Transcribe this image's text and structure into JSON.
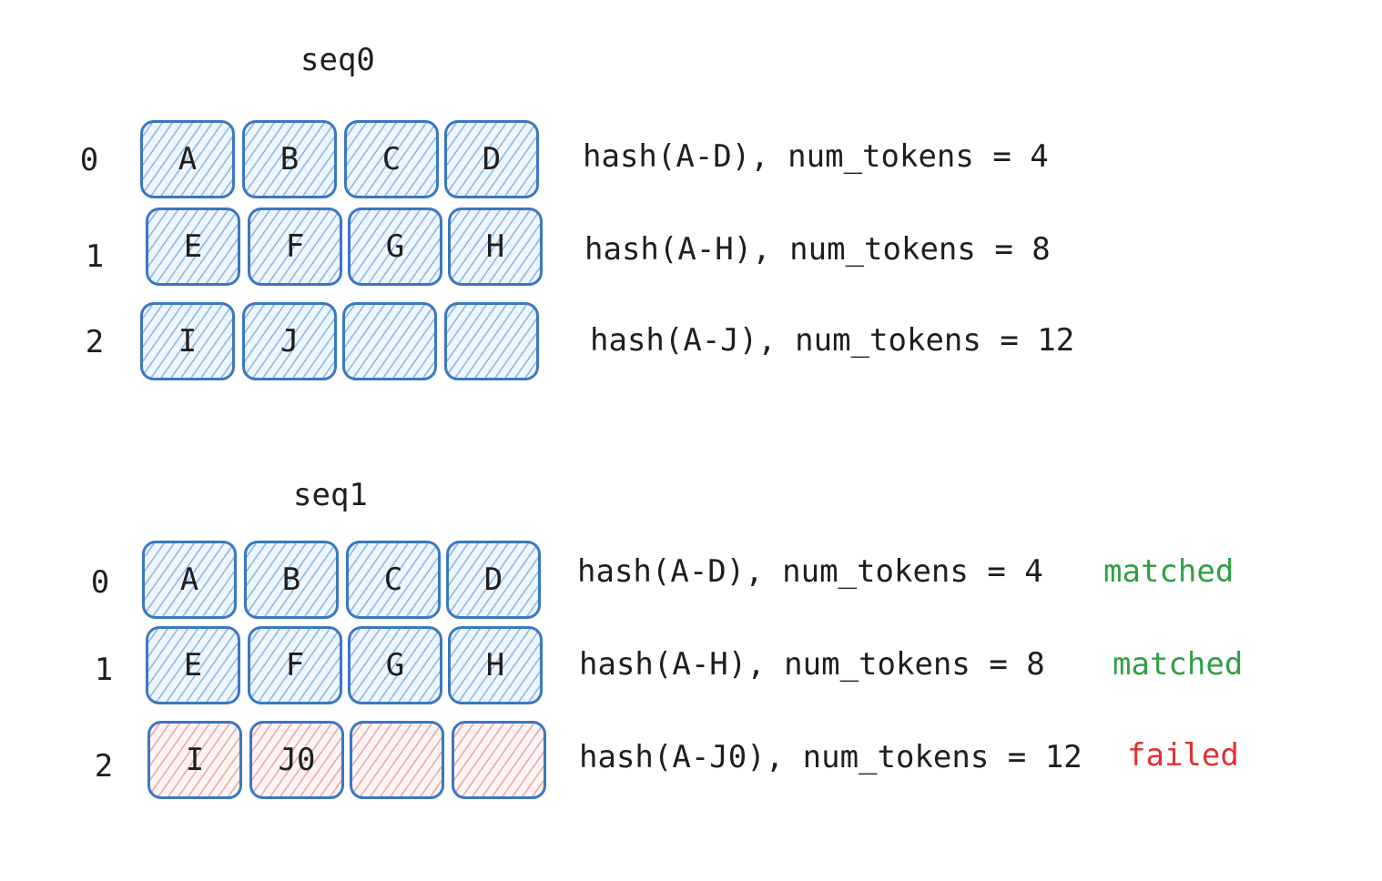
{
  "colors": {
    "block_border": "#3a78c2",
    "block_fill_blue": "#a5d8ff",
    "block_fill_red": "#ffc9c9",
    "matched": "#2f9e44",
    "failed": "#e03131",
    "text": "#1e1e1e"
  },
  "seq0": {
    "title": "seq0",
    "rows": [
      {
        "index": "0",
        "tokens": [
          "A",
          "B",
          "C",
          "D"
        ],
        "info": "hash(A-D), num_tokens = 4"
      },
      {
        "index": "1",
        "tokens": [
          "E",
          "F",
          "G",
          "H"
        ],
        "info": "hash(A-H), num_tokens = 8"
      },
      {
        "index": "2",
        "tokens": [
          "I",
          "J",
          "",
          ""
        ],
        "info": "hash(A-J), num_tokens = 12"
      }
    ]
  },
  "seq1": {
    "title": "seq1",
    "rows": [
      {
        "index": "0",
        "tokens": [
          "A",
          "B",
          "C",
          "D"
        ],
        "info": "hash(A-D), num_tokens = 4",
        "status": "matched"
      },
      {
        "index": "1",
        "tokens": [
          "E",
          "F",
          "G",
          "H"
        ],
        "info": "hash(A-H), num_tokens = 8",
        "status": "matched"
      },
      {
        "index": "2",
        "tokens": [
          "I",
          "J0",
          "",
          ""
        ],
        "info": "hash(A-J0), num_tokens = 12",
        "status": "failed"
      }
    ]
  }
}
